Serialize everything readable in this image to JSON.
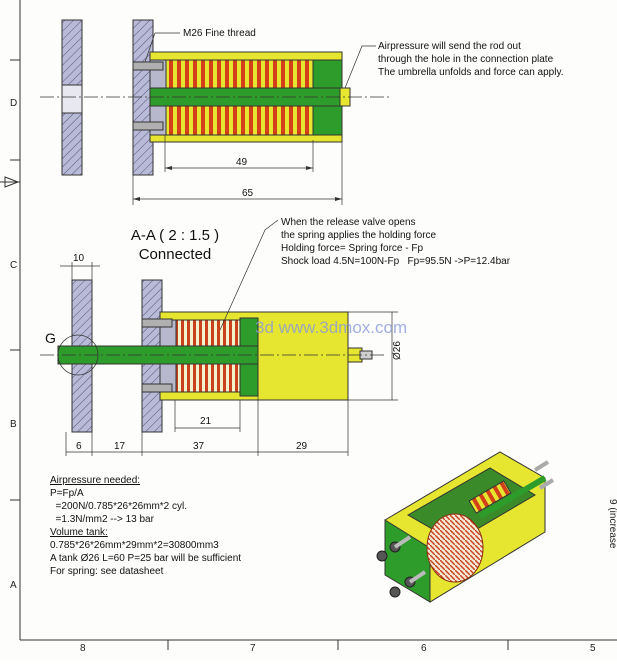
{
  "annotations": {
    "thread": "M26 Fine thread",
    "airpressure_note": [
      "Airpressure will send the rod out",
      "through the hole in the connection plate",
      "The umbrella unfolds and force can apply."
    ],
    "release_note": [
      "When the release valve opens",
      "the spring applies the holding force",
      "Holding force= Spring force - Fp",
      "Shock load 4.5N=100N-Fp   Fp=95.5N ->P=12.4bar"
    ],
    "detail_label": "G",
    "watermark": "3d www.3dmox.com"
  },
  "section": {
    "title": "A-A ( 2 : 1.5 )",
    "subtitle": "Connected"
  },
  "dimensions": {
    "top_49": "49",
    "top_65": "65",
    "sec_10": "10",
    "sec_21": "21",
    "sec_6": "6",
    "sec_17": "17",
    "sec_37": "37",
    "sec_29": "29",
    "diameter": "Ø26"
  },
  "calc": {
    "heading1": "Airpressure needed:",
    "lines1": [
      "P=Fp/A",
      "  =200N/0.785*26*26mm*2 cyl.",
      "  =1.3N/mm2 --> 13 bar"
    ],
    "heading2": "Volume tank:",
    "lines2": [
      "0.785*26*26mm*29mm*2=30800mm3",
      "A tank Ø26 L=60 P=25 bar will be sufficient",
      "For spring: see datasheet"
    ]
  },
  "border": {
    "rows": [
      "D",
      "C",
      "B",
      "A"
    ],
    "cols": [
      "8",
      "7",
      "6",
      "5"
    ],
    "side_text": "9 (increase"
  },
  "colors": {
    "spring": "#d2401a",
    "rod": "#2e9c2a",
    "body": "#e6e630",
    "plate": "#b7b7d6"
  }
}
